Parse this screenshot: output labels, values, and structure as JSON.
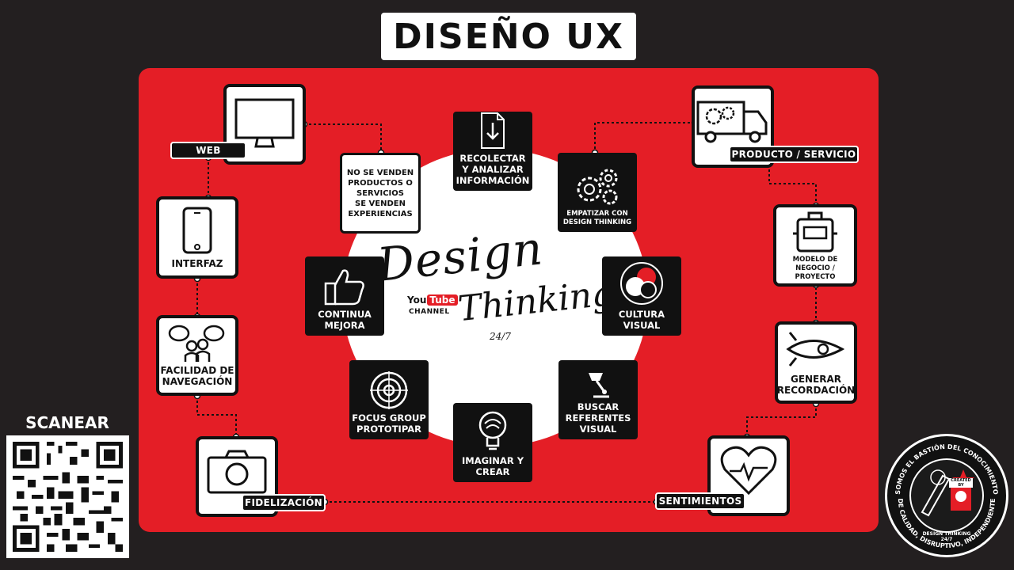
{
  "title": "DISEÑO UX",
  "center": {
    "experience_text": "NO SE VENDEN\nPRODUCTOS O\nSERVICIOS\nSE VENDEN\nEXPERIENCIAS",
    "logo_design": "Design",
    "logo_thinking": "Thinking",
    "logo_247": "24/7",
    "youtube_you": "You",
    "youtube_tube": "Tube",
    "youtube_channel": "CHANNEL"
  },
  "inner_steps": [
    {
      "id": "recolectar",
      "label": "RECOLECTAR Y ANALIZAR INFORMACIÓN",
      "icon": "download-document-icon"
    },
    {
      "id": "empatizar",
      "label": "EMPATIZAR CON DESIGN THINKING",
      "icon": "gears-icon"
    },
    {
      "id": "cultura",
      "label": "CULTURA VISUAL",
      "icon": "color-circles-icon"
    },
    {
      "id": "buscar",
      "label": "BUSCAR REFERENTES VISUAL",
      "icon": "desk-lamp-icon"
    },
    {
      "id": "imaginar",
      "label": "IMAGINAR Y CREAR",
      "icon": "bulb-brain-icon"
    },
    {
      "id": "focus",
      "label": "FOCUS GROUP PROTOTIPAR",
      "icon": "target-icon"
    },
    {
      "id": "continua",
      "label": "CONTINUA MEJORA",
      "icon": "thumbs-up-icon"
    }
  ],
  "left_nodes": {
    "web": "WEB",
    "interfaz": "INTERFAZ",
    "facilidad": "FACILIDAD DE NAVEGACIÓN",
    "fidelizacion": "FIDELIZACIÓN"
  },
  "right_nodes": {
    "producto": "PRODUCTO / SERVICIO",
    "modelo": "MODELO DE NEGOCIO / PROYECTO",
    "generar": "GENERAR RECORDACIÓN",
    "sentimientos": "SENTIMIENTOS"
  },
  "scan": {
    "label": "SCANEAR"
  },
  "badge": {
    "top_text": "SOMOS EL BASTIÓN DEL CONOCIMIENTO",
    "bottom_text": "DE CALIDAD, DISRUPTIVO, INDEPENDIENTE",
    "inner_label": "DESIGN THINKING 24/7",
    "created_by": "CREATED BY"
  },
  "colors": {
    "background": "#231f20",
    "panel_red": "#e41e26",
    "box_black": "#111111",
    "white": "#ffffff"
  }
}
